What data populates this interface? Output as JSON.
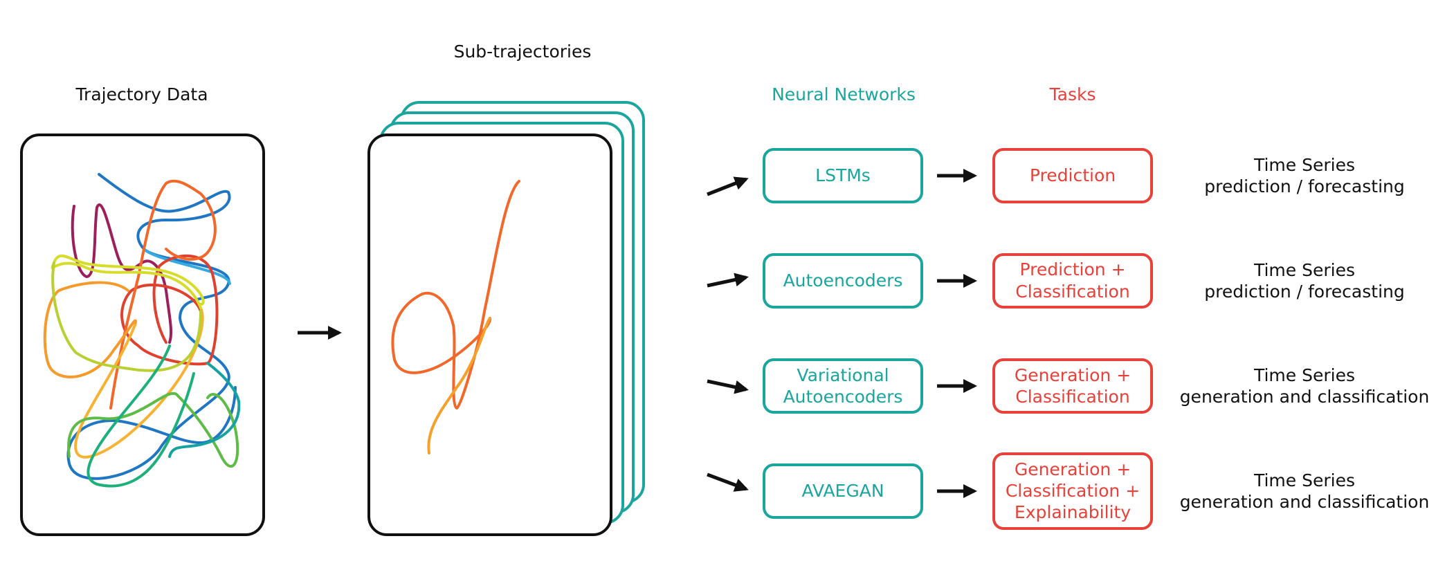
{
  "colors": {
    "teal": "#1aa59d",
    "red": "#e8413a",
    "black": "#111111"
  },
  "headers": {
    "trajectory_data": "Trajectory Data",
    "sub_trajectories": "Sub-trajectories",
    "neural_networks": "Neural Networks",
    "tasks": "Tasks"
  },
  "rows": [
    {
      "network": [
        "LSTMs"
      ],
      "task": [
        "Prediction"
      ],
      "description": [
        "Time Series",
        "prediction / forecasting"
      ]
    },
    {
      "network": [
        "Autoencoders"
      ],
      "task": [
        "Prediction +",
        "Classification"
      ],
      "description": [
        "Time Series",
        "prediction / forecasting"
      ]
    },
    {
      "network": [
        "Variational",
        "Autoencoders"
      ],
      "task": [
        "Generation +",
        "Classification"
      ],
      "description": [
        "Time Series",
        "generation and classification"
      ]
    },
    {
      "network": [
        "AVAEGAN"
      ],
      "task": [
        "Generation +",
        "Classification +",
        "Explainability"
      ],
      "description": [
        "Time Series",
        "generation and classification"
      ]
    }
  ],
  "trajectory_icons": {
    "trajectory_colors": [
      "#1f77c4",
      "#35a9e0",
      "#9c1f5c",
      "#e0412f",
      "#f2682a",
      "#f59a2b",
      "#d5dd2a",
      "#5dbb46",
      "#1db07a",
      "#16a3a0"
    ],
    "sub_trajectory_colors": [
      "#f2682a",
      "#f5a02b"
    ]
  }
}
